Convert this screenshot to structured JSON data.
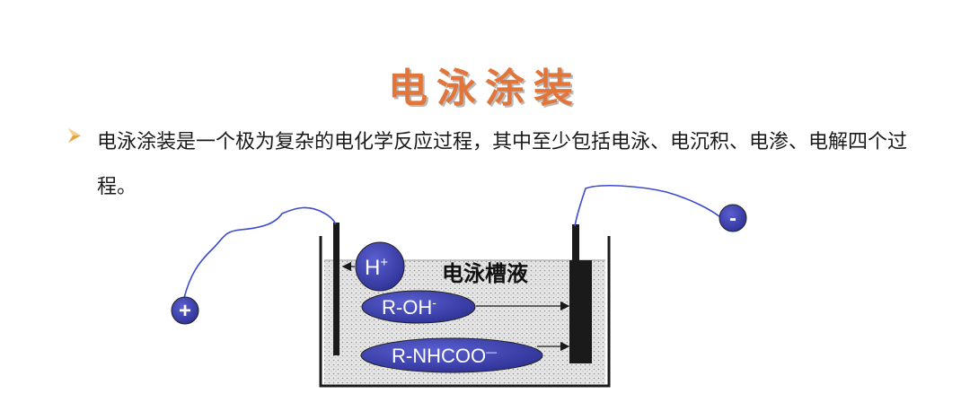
{
  "title": "电泳涂装",
  "paragraph": "电泳涂装是一个极为复杂的电化学反应过程，其中至少包括电泳、电沉积、电渗、电解四个过程。",
  "diagram": {
    "tank_label": "电泳槽液",
    "anode_sign": "+",
    "cathode_sign": "-",
    "ion_h_base": "H",
    "ion_h_sup": "+",
    "ion_roh_base": "R-OH",
    "ion_roh_sup": "-",
    "ion_rnhcoo_base": "R-NHCOO",
    "ion_rnhcoo_sup": "—"
  },
  "colors": {
    "title": "#e2763a",
    "ion_fill": "#3a3ea8",
    "electrode": "#1a1a1a",
    "bullet": "#e8a33a"
  }
}
